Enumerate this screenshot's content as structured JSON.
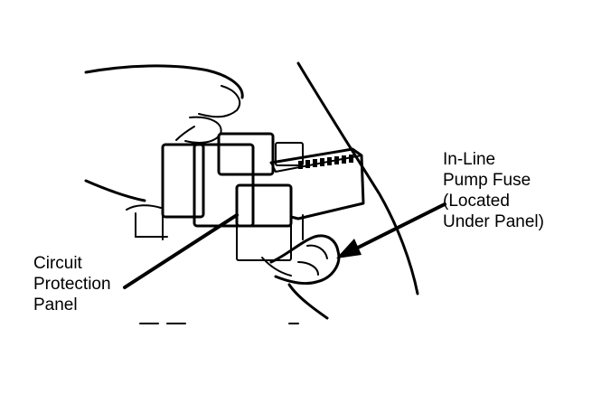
{
  "labels": {
    "fuse": {
      "line1": "In-Line",
      "line2": "Pump Fuse",
      "line3": "(Located",
      "line4": "Under Panel)"
    },
    "panel": {
      "line1": "Circuit",
      "line2": "Protection",
      "line3": "Panel"
    }
  },
  "colors": {
    "ink": "#000000",
    "background": "#ffffff"
  }
}
